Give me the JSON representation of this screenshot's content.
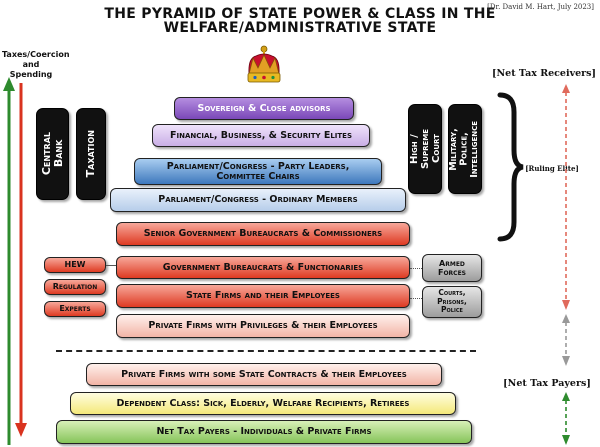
{
  "header": {
    "title_line1": "THE PYRAMID OF STATE POWER & CLASS IN THE",
    "title_line2": "WELFARE/ADMINISTRATIVE STATE",
    "credit": "[Dr. David M. Hart, July 2023]"
  },
  "left_axis": {
    "label_line1": "Taxes/Coercion",
    "label_line2": "and Spending",
    "up_arrow_color": "#2e8b2e",
    "down_arrow_color": "#d9331f"
  },
  "crown": {
    "icon": "crown-icon"
  },
  "tiers": {
    "sovereign": "Sovereign & Close advisors",
    "elites": "Financial, Business, & Security Elites",
    "party_leaders_line1": "Parliament/Congress - Party Leaders,",
    "party_leaders_line2": "Committee Chairs",
    "ordinary_members": "Parliament/Congress - Ordinary Members",
    "senior_bureaucrats": "Senior Government Bureaucrats & Commissioners",
    "bureaucrats": "Government Bureaucrats & Functionaries",
    "state_firms": "State Firms and their Employees",
    "privileged_firms": "Private Firms with Privileges & their Employees",
    "contract_firms": "Private Firms with some State Contracts & their Employees",
    "dependent_class": "Dependent Class: Sick, Elderly, Welfare Recipients, Retirees",
    "net_tax_payers": "Net Tax Payers - Individuals & Private Firms"
  },
  "left_pillars": {
    "central_bank_line1": "Central",
    "central_bank_line2": "Bank",
    "taxation": "Taxation"
  },
  "right_pillars": {
    "court_line1": "High /",
    "court_line2": "Supreme",
    "court_line3": "Court",
    "military_line1": "Military,",
    "military_line2": "Police,",
    "military_line3": "Intelligence"
  },
  "side_boxes": {
    "hew": "HEW",
    "regulation": "Regulation",
    "experts": "Experts",
    "armed_forces_line1": "Armed",
    "armed_forces_line2": "Forces",
    "courts_line1": "Courts,",
    "courts_line2": "Prisons,",
    "courts_line3": "Police"
  },
  "right_side": {
    "net_tax_receivers": "[Net Tax Receivers]",
    "ruling_elite": "[Ruling Elite]",
    "net_tax_payers": "[Net Tax Payers]"
  }
}
